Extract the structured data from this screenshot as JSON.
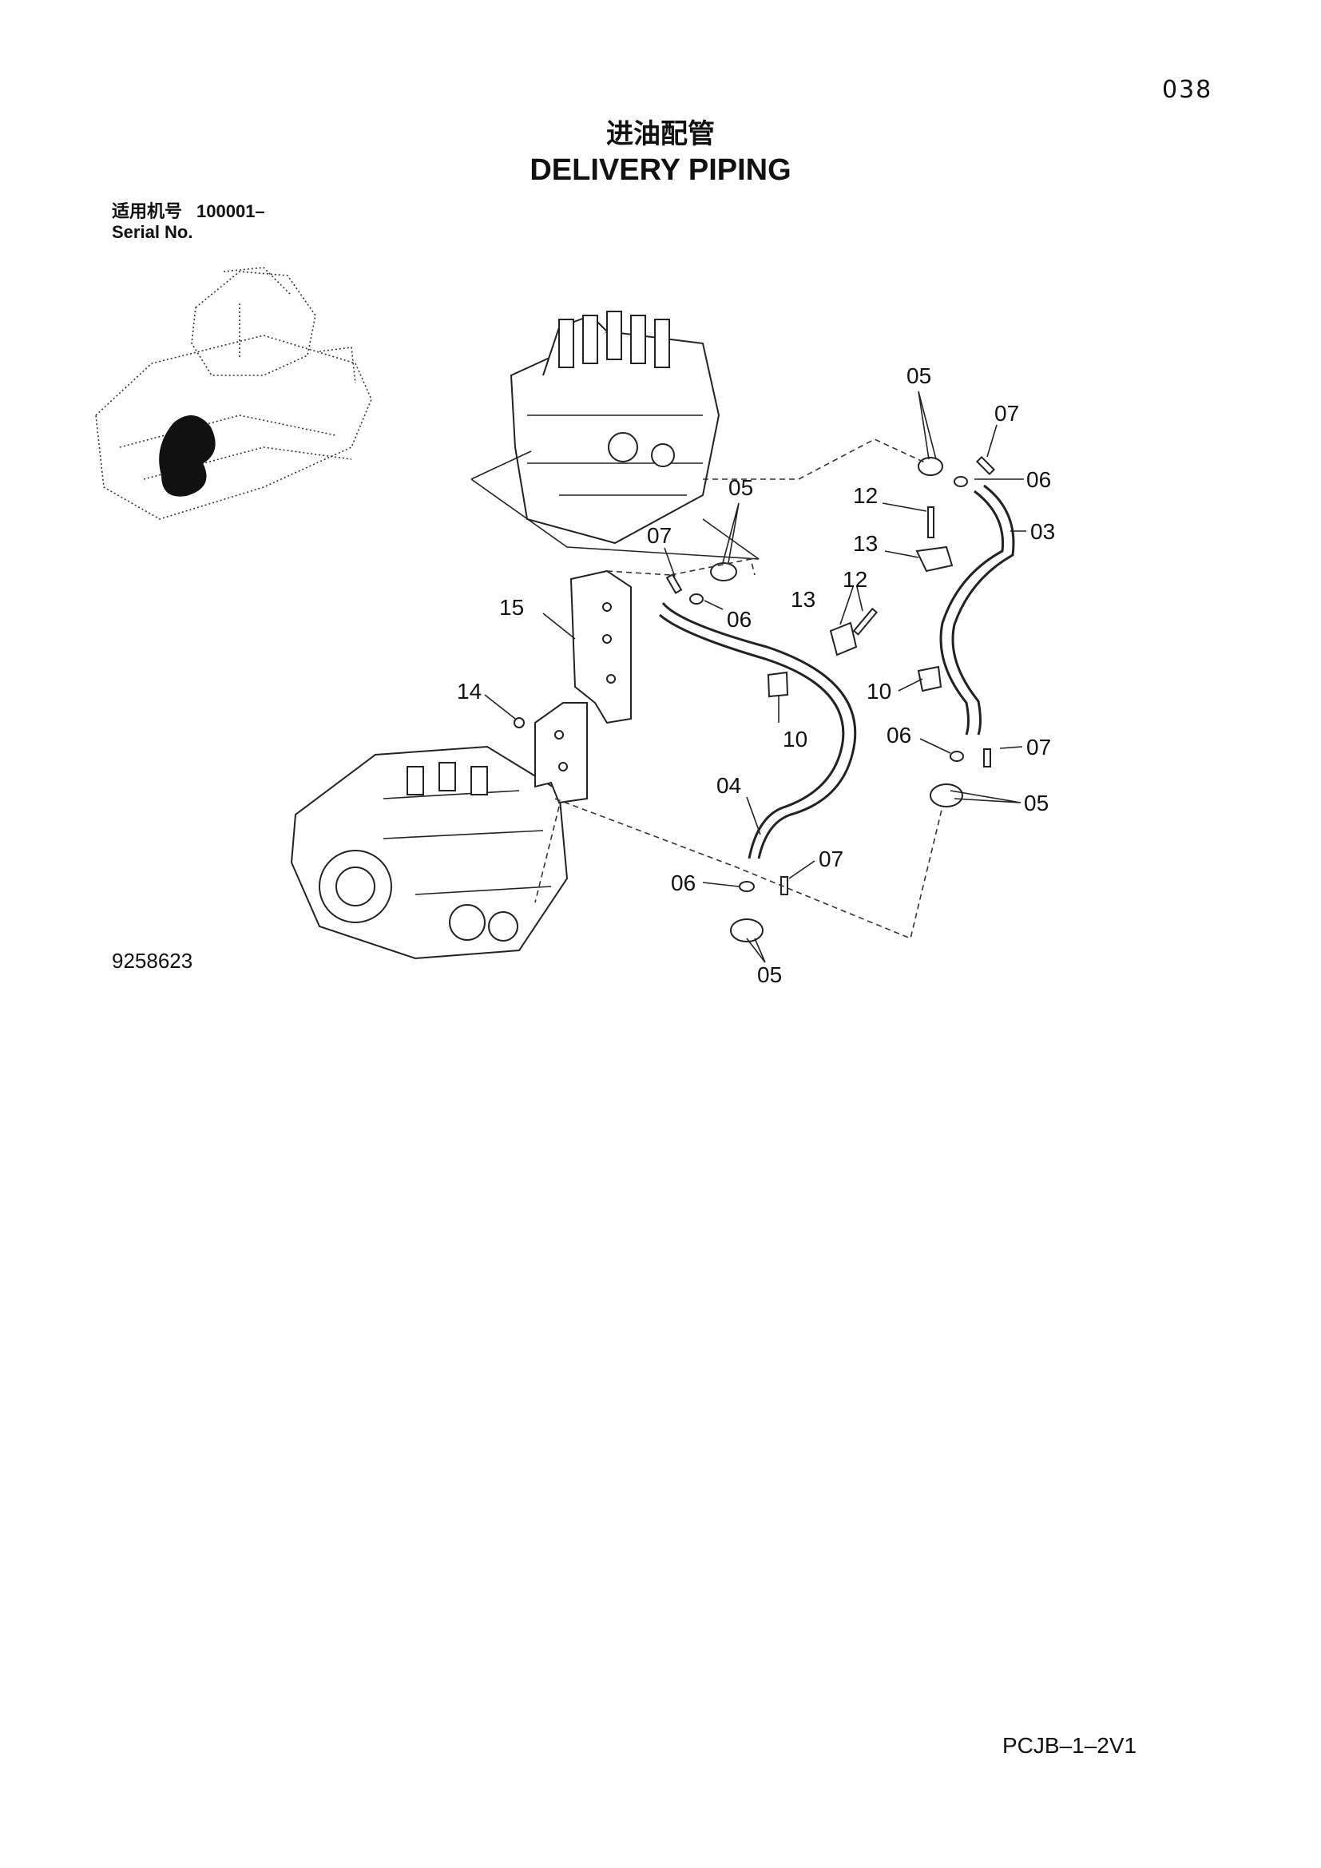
{
  "page_number": "038",
  "title_cn": "进油配管",
  "title_en": "DELIVERY PIPING",
  "serial": {
    "label_cn": "适用机号",
    "value": "100001–",
    "label_en": "Serial No."
  },
  "figure_number": "9258623",
  "footer_code": "PCJB–1–2V1",
  "callouts": {
    "c03": "03",
    "c04": "04",
    "c05_top": "05",
    "c05_mid": "05",
    "c05_right": "05",
    "c05_bottom": "05",
    "c06_top": "06",
    "c06_mid": "06",
    "c06_right": "06",
    "c06_bottom": "06",
    "c07_top": "07",
    "c07_mid": "07",
    "c07_right": "07",
    "c07_bottom": "07",
    "c10_left": "10",
    "c10_right": "10",
    "c12_top": "12",
    "c12_mid": "12",
    "c13_top": "13",
    "c13_mid": "13",
    "c14": "14",
    "c15": "15"
  }
}
